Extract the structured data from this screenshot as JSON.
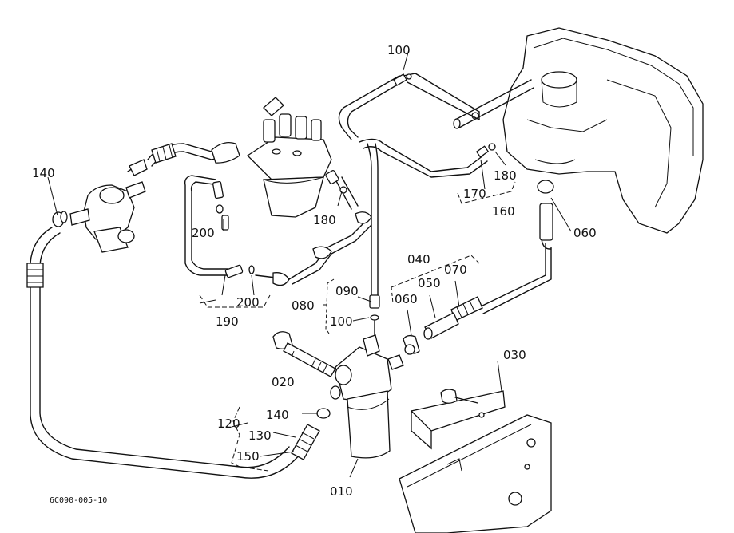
{
  "drawing_code": "6C090-005-10",
  "labels": {
    "l010": "010",
    "l020": "020",
    "l030": "030",
    "l040": "040",
    "l050": "050",
    "l060a": "060",
    "l060b": "060",
    "l070": "070",
    "l080": "080",
    "l090": "090",
    "l100a": "100",
    "l100b": "100",
    "l120": "120",
    "l130": "130",
    "l140a": "140",
    "l140b": "140",
    "l150": "150",
    "l160": "160",
    "l170": "170",
    "l180a": "180",
    "l180b": "180",
    "l190": "190",
    "l200a": "200",
    "l200b": "200"
  }
}
